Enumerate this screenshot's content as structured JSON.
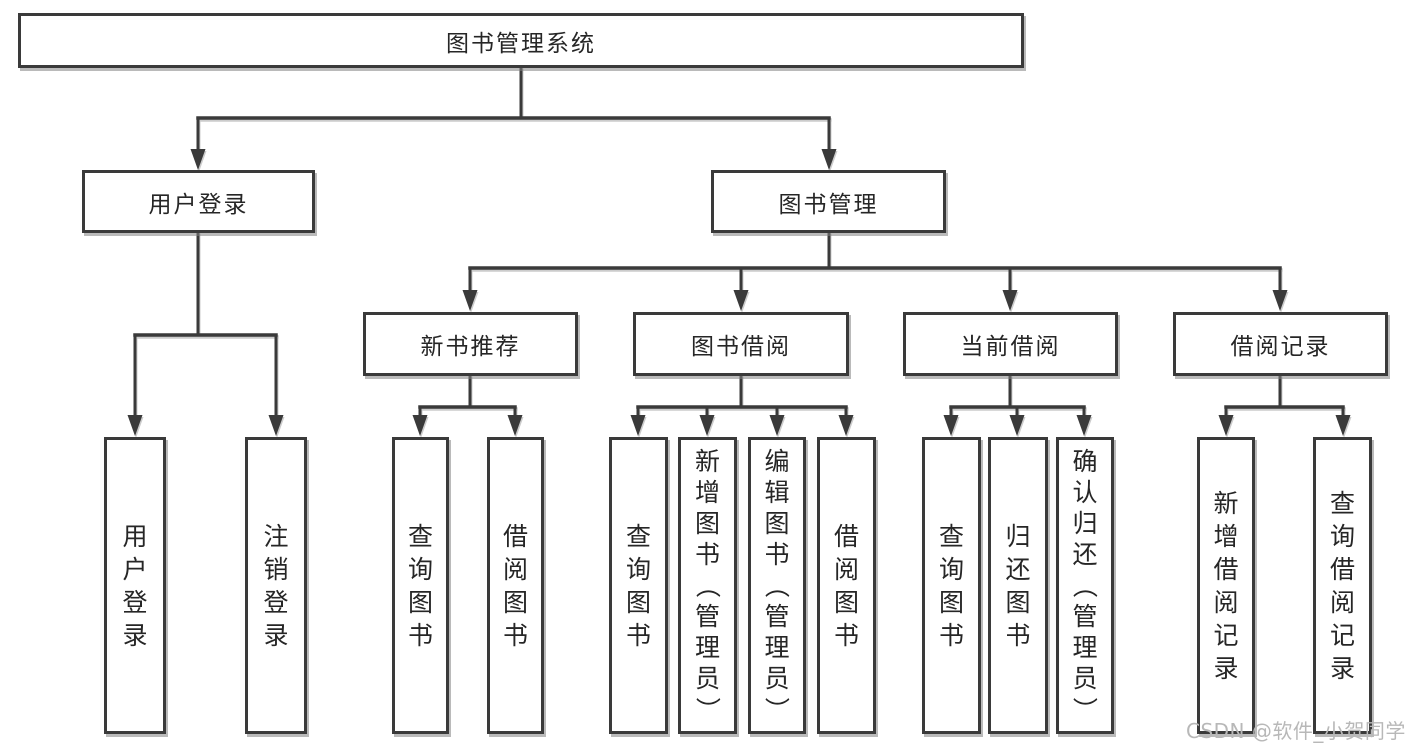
{
  "tree": {
    "root": "图书管理系统",
    "branches": [
      {
        "label": "用户登录",
        "children": [
          {
            "label": "用户登录"
          },
          {
            "label": "注销登录"
          }
        ]
      },
      {
        "label": "图书管理",
        "children": [
          {
            "label": "新书推荐",
            "children": [
              {
                "label": "查询图书"
              },
              {
                "label": "借阅图书"
              }
            ]
          },
          {
            "label": "图书借阅",
            "children": [
              {
                "label": "查询图书"
              },
              {
                "label": "新增图书（管理员）"
              },
              {
                "label": "编辑图书（管理员）"
              },
              {
                "label": "借阅图书"
              }
            ]
          },
          {
            "label": "当前借阅",
            "children": [
              {
                "label": "查询图书"
              },
              {
                "label": "归还图书"
              },
              {
                "label": "确认归还（管理员）"
              }
            ]
          },
          {
            "label": "借阅记录",
            "children": [
              {
                "label": "新增借阅记录"
              },
              {
                "label": "查询借阅记录"
              }
            ]
          }
        ]
      }
    ]
  },
  "watermark": "CSDN @软件_小贺同学",
  "colors": {
    "line": "#3a3a3a",
    "text": "#262626",
    "watermark": "#b8b8b8",
    "background": "#ffffff"
  }
}
